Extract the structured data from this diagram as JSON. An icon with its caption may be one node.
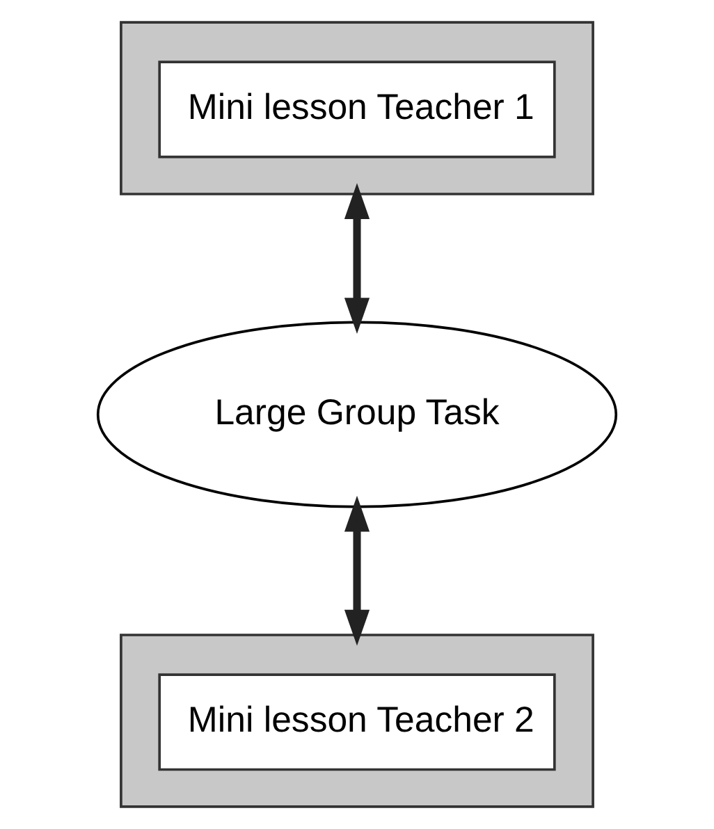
{
  "diagram": {
    "nodes": [
      {
        "text": [
          "Mini lesson Teacher 1"
        ]
      },
      {
        "text": [
          "Large Group Task"
        ]
      },
      {
        "text": [
          "Mini lesson Teacher 2"
        ]
      }
    ],
    "edges": [
      {
        "from": 0,
        "to": 1,
        "arrow": "both"
      },
      {
        "from": 1,
        "to": 2,
        "arrow": "both"
      }
    ]
  }
}
